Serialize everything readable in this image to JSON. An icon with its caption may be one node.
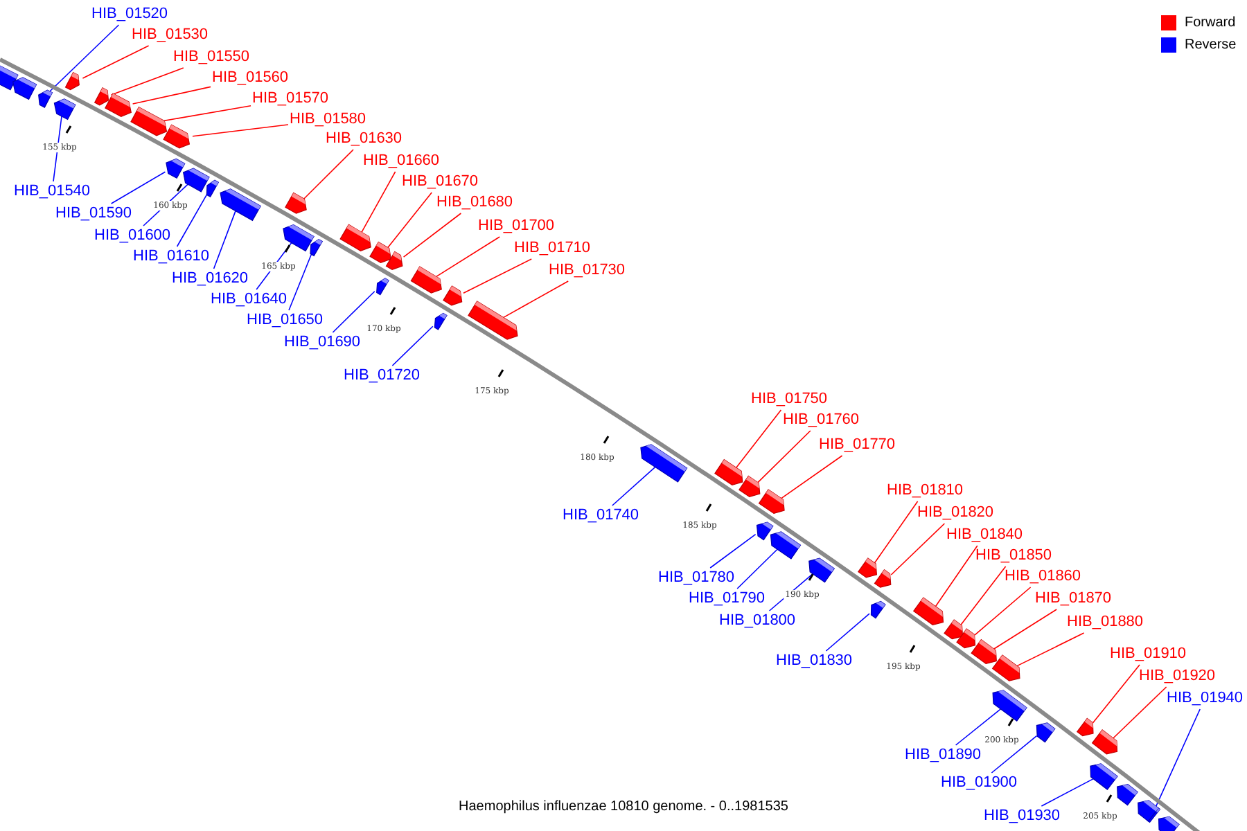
{
  "diagram": {
    "caption": "Haemophilus influenzae 10810 genome. - 0..1981535",
    "nodes": [
      {
        "text": [
          "HIB_01520"
        ]
      },
      {
        "text": [],
        "shape": "bar"
      },
      {
        "text": [
          "HIB_01530"
        ]
      },
      {
        "text": [],
        "shape": "bar"
      },
      {
        "text": [
          "HIB_01540"
        ]
      },
      {
        "text": [],
        "shape": "bar"
      },
      {
        "text": [
          "HIB_01550"
        ]
      },
      {
        "text": [],
        "shape": "bar"
      },
      {
        "text": [
          "HIB_01560"
        ]
      },
      {
        "text": [],
        "shape": "bar"
      },
      {
        "text": [
          "HIB_01570"
        ]
      },
      {
        "text": [],
        "shape": "bar"
      },
      {
        "text": [
          "HIB_01580"
        ]
      },
      {
        "text": [],
        "shape": "bar"
      },
      {
        "text": [
          "HIB_01590"
        ]
      },
      {
        "text": [],
        "shape": "bar"
      },
      {
        "text": [
          "HIB_01600"
        ]
      },
      {
        "text": [],
        "shape": "bar"
      },
      {
        "text": [
          "HIB_01610"
        ]
      },
      {
        "text": [],
        "shape": "bar"
      },
      {
        "text": [
          "HIB_01620"
        ]
      },
      {
        "text": [],
        "shape": "bar"
      },
      {
        "text": [
          "HIB_01630"
        ]
      },
      {
        "text": [],
        "shape": "bar"
      },
      {
        "text": [
          "HIB_01640"
        ]
      },
      {
        "text": [],
        "shape": "bar"
      },
      {
        "text": [
          "HIB_01650"
        ]
      },
      {
        "text": [],
        "shape": "bar"
      },
      {
        "text": [
          "HIB_01660"
        ]
      },
      {
        "text": [],
        "shape": "bar"
      },
      {
        "text": [
          "HIB_01670"
        ]
      },
      {
        "text": [],
        "shape": "bar"
      },
      {
        "text": [
          "HIB_01680"
        ]
      },
      {
        "text": [],
        "shape": "bar"
      },
      {
        "text": [
          "HIB_01690"
        ]
      },
      {
        "text": [],
        "shape": "bar"
      },
      {
        "text": [
          "HIB_01700"
        ]
      },
      {
        "text": [],
        "shape": "bar"
      },
      {
        "text": [
          "HIB_01710"
        ]
      },
      {
        "text": [],
        "shape": "bar"
      },
      {
        "text": [
          "HIB_01720"
        ]
      },
      {
        "text": [],
        "shape": "bar"
      },
      {
        "text": [
          "HIB_01730"
        ]
      },
      {
        "text": [],
        "shape": "bar"
      },
      {
        "text": [
          "HIB_01740"
        ]
      },
      {
        "text": [],
        "shape": "bar"
      },
      {
        "text": [
          "HIB_01750"
        ]
      },
      {
        "text": [],
        "shape": "bar"
      },
      {
        "text": [
          "HIB_01760"
        ]
      },
      {
        "text": [],
        "shape": "bar"
      },
      {
        "text": [
          "HIB_01770"
        ]
      },
      {
        "text": [],
        "shape": "bar"
      },
      {
        "text": [
          "HIB_01780"
        ]
      },
      {
        "text": [],
        "shape": "bar"
      },
      {
        "text": [
          "HIB_01790"
        ]
      },
      {
        "text": [],
        "shape": "bar"
      },
      {
        "text": [
          "HIB_01800"
        ]
      },
      {
        "text": [],
        "shape": "bar"
      },
      {
        "text": [
          "HIB_01810"
        ]
      },
      {
        "text": [],
        "shape": "bar"
      },
      {
        "text": [
          "HIB_01820"
        ]
      },
      {
        "text": [],
        "shape": "bar"
      },
      {
        "text": [
          "HIB_01830"
        ]
      },
      {
        "text": [],
        "shape": "bar"
      },
      {
        "text": [
          "HIB_01840"
        ]
      },
      {
        "text": [],
        "shape": "bar"
      },
      {
        "text": [
          "HIB_01850"
        ]
      },
      {
        "text": [],
        "shape": "bar"
      },
      {
        "text": [
          "HIB_01860"
        ]
      },
      {
        "text": [],
        "shape": "bar"
      },
      {
        "text": [
          "HIB_01870"
        ]
      },
      {
        "text": [],
        "shape": "bar"
      },
      {
        "text": [
          "HIB_01880"
        ]
      },
      {
        "text": [],
        "shape": "bar"
      },
      {
        "text": [
          "HIB_01890"
        ]
      },
      {
        "text": [],
        "shape": "bar"
      },
      {
        "text": [
          "HIB_01900"
        ]
      },
      {
        "text": [],
        "shape": "bar"
      },
      {
        "text": [
          "HIB_01910"
        ]
      },
      {
        "text": [],
        "shape": "bar"
      },
      {
        "text": [
          "HIB_01920"
        ]
      },
      {
        "text": [],
        "shape": "bar"
      },
      {
        "text": [
          "HIB_01930"
        ]
      },
      {
        "text": [],
        "shape": "bar"
      },
      {
        "text": [
          "HIB_01940"
        ]
      },
      {
        "text": [],
        "shape": "bar"
      },
      {
        "text": [],
        "shape": "bar"
      },
      {
        "text": [],
        "shape": "bar"
      },
      {
        "text": [],
        "shape": "bar"
      },
      {
        "text": [],
        "shape": "bar"
      },
      {
        "text": [],
        "shape": "bar"
      }
    ],
    "edges": [
      {
        "from": 0,
        "to": 1,
        "arrow": "none",
        "color": "#0000ff"
      },
      {
        "from": 2,
        "to": 3,
        "arrow": "none"
      },
      {
        "from": 4,
        "to": 5,
        "arrow": "none",
        "color": "#0000ff"
      },
      {
        "from": 6,
        "to": 7,
        "arrow": "none"
      },
      {
        "from": 8,
        "to": 9,
        "arrow": "none"
      },
      {
        "from": 10,
        "to": 11,
        "arrow": "none"
      },
      {
        "from": 12,
        "to": 13,
        "arrow": "none"
      },
      {
        "from": 14,
        "to": 15,
        "arrow": "none",
        "color": "#0000ff"
      },
      {
        "from": 16,
        "to": 17,
        "arrow": "none",
        "color": "#0000ff"
      },
      {
        "from": 18,
        "to": 19,
        "arrow": "none",
        "color": "#0000ff"
      },
      {
        "from": 20,
        "to": 21,
        "arrow": "none",
        "color": "#0000ff"
      },
      {
        "from": 22,
        "to": 23,
        "arrow": "none"
      },
      {
        "from": 24,
        "to": 25,
        "arrow": "none",
        "color": "#0000ff"
      },
      {
        "from": 26,
        "to": 27,
        "arrow": "none",
        "color": "#0000ff"
      },
      {
        "from": 28,
        "to": 29,
        "arrow": "none"
      },
      {
        "from": 30,
        "to": 31,
        "arrow": "none"
      },
      {
        "from": 32,
        "to": 33,
        "arrow": "none"
      },
      {
        "from": 34,
        "to": 35,
        "arrow": "none",
        "color": "#0000ff"
      },
      {
        "from": 36,
        "to": 37,
        "arrow": "none"
      },
      {
        "from": 38,
        "to": 39,
        "arrow": "none"
      },
      {
        "from": 40,
        "to": 41,
        "arrow": "none",
        "color": "#0000ff"
      },
      {
        "from": 42,
        "to": 43,
        "arrow": "none"
      },
      {
        "from": 44,
        "to": 45,
        "arrow": "none",
        "color": "#0000ff"
      },
      {
        "from": 46,
        "to": 47,
        "arrow": "none"
      },
      {
        "from": 48,
        "to": 49,
        "arrow": "none"
      },
      {
        "from": 50,
        "to": 51,
        "arrow": "none"
      },
      {
        "from": 52,
        "to": 53,
        "arrow": "none",
        "color": "#0000ff"
      },
      {
        "from": 54,
        "to": 55,
        "arrow": "none",
        "color": "#0000ff"
      },
      {
        "from": 56,
        "to": 57,
        "arrow": "none",
        "color": "#0000ff"
      },
      {
        "from": 58,
        "to": 59,
        "arrow": "none"
      },
      {
        "from": 60,
        "to": 61,
        "arrow": "none"
      },
      {
        "from": 62,
        "to": 63,
        "arrow": "none",
        "color": "#0000ff"
      },
      {
        "from": 64,
        "to": 65,
        "arrow": "none"
      },
      {
        "from": 66,
        "to": 67,
        "arrow": "none"
      },
      {
        "from": 68,
        "to": 69,
        "arrow": "none"
      },
      {
        "from": 70,
        "to": 71,
        "arrow": "none"
      },
      {
        "from": 72,
        "to": 73,
        "arrow": "none"
      },
      {
        "from": 74,
        "to": 75,
        "arrow": "none",
        "color": "#0000ff"
      },
      {
        "from": 76,
        "to": 77,
        "arrow": "none",
        "color": "#0000ff"
      },
      {
        "from": 78,
        "to": 79,
        "arrow": "none"
      },
      {
        "from": 80,
        "to": 81,
        "arrow": "none"
      },
      {
        "from": 82,
        "to": 83,
        "arrow": "none",
        "color": "#0000ff"
      },
      {
        "from": 84,
        "to": 85,
        "arrow": "none",
        "color": "#0000ff"
      }
    ],
    "labels": [
      "155 kbp",
      "160 kbp",
      "165 kbp",
      "170 kbp",
      "175 kbp",
      "180 kbp",
      "185 kbp",
      "190 kbp",
      "195 kbp",
      "200 kbp",
      "205 kbp"
    ],
    "legend": [
      {
        "text": "Forward",
        "color": "#ff0000"
      },
      {
        "text": "Reverse",
        "color": "#0000ff"
      }
    ]
  }
}
